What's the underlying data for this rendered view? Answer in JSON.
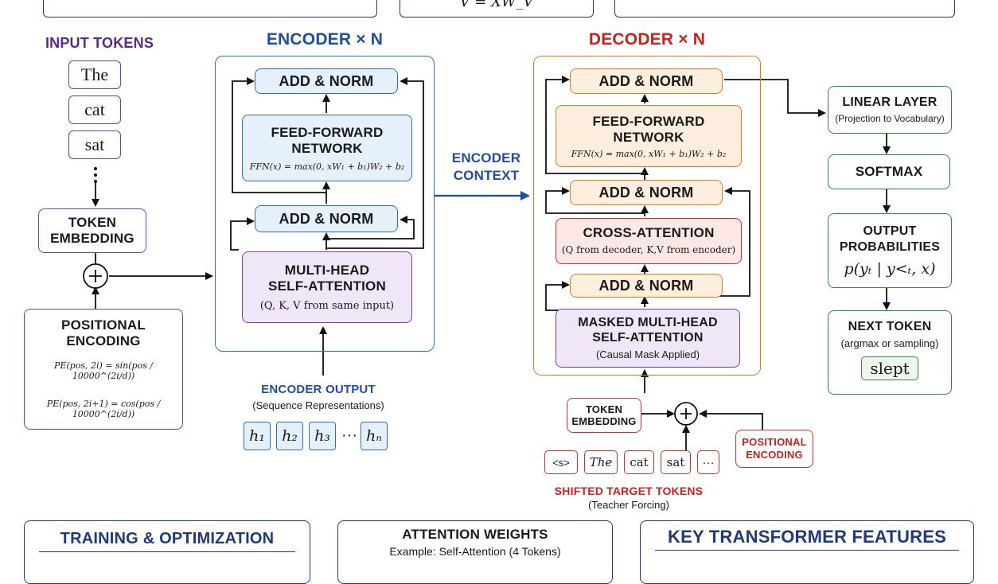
{
  "top_formula": "V = XW_V",
  "input_tokens": {
    "title": "INPUT TOKENS",
    "tokens": [
      "The",
      "cat",
      "sat"
    ]
  },
  "token_embedding": "TOKEN\nEMBEDDING",
  "positional_encoding": {
    "title": "POSITIONAL\nENCODING",
    "formula_sin": "PE(pos, 2i) = sin(pos / 10000^(2i/d))",
    "formula_cos": "PE(pos, 2i+1) = cos(pos / 10000^(2i/d))"
  },
  "encoder": {
    "title": "ENCODER × N",
    "add_norm": "ADD & NORM",
    "ffn_title": "FEED-FORWARD\nNETWORK",
    "ffn_formula": "FFN(x) = max(0, xW₁ + b₁)W₂ + b₂",
    "mhsa_title": "MULTI-HEAD\nSELF-ATTENTION",
    "mhsa_sub": "(Q, K, V from same input)"
  },
  "encoder_context": "ENCODER\nCONTEXT",
  "encoder_output": {
    "title": "ENCODER OUTPUT",
    "sub": "(Sequence Representations)",
    "h": [
      "h₁",
      "h₂",
      "h₃",
      "···",
      "hₙ"
    ]
  },
  "decoder": {
    "title": "DECODER × N",
    "add_norm": "ADD & NORM",
    "ffn_title": "FEED-FORWARD\nNETWORK",
    "ffn_formula": "FFN(x) = max(0, xW₁ + b₁)W₂ + b₂",
    "cross_title": "CROSS-ATTENTION",
    "cross_sub": "(Q from decoder, K,V from encoder)",
    "masked_title": "MASKED MULTI-HEAD\nSELF-ATTENTION",
    "masked_sub": "(Causal Mask Applied)"
  },
  "decoder_input": {
    "token_embedding": "TOKEN\nEMBEDDING",
    "positional_encoding": "POSITIONAL\nENCODING",
    "tokens": [
      "<s>",
      "The",
      "cat",
      "sat",
      "···"
    ],
    "shifted_title": "SHIFTED TARGET TOKENS",
    "shifted_sub": "(Teacher Forcing)"
  },
  "output_head": {
    "linear_title": "LINEAR LAYER",
    "linear_sub": "(Projection to Vocabulary)",
    "softmax": "SOFTMAX",
    "probs_title": "OUTPUT\nPROBABILITIES",
    "probs_formula": "p(yₜ | y<ₜ, x)",
    "next_title": "NEXT TOKEN",
    "next_sub": "(argmax or sampling)",
    "next_token": "slept"
  },
  "bottom_panels": {
    "training": "TRAINING & OPTIMIZATION",
    "attention_title": "ATTENTION WEIGHTS",
    "attention_sub": "Example: Self-Attention (4 Tokens)",
    "features": "KEY TRANSFORMER FEATURES"
  },
  "colors": {
    "encoder": "#2f6db5",
    "decoder": "#e07b2b",
    "output": "#2e8b3a",
    "input": "#7a3ea0",
    "shifted": "#c9332e"
  }
}
